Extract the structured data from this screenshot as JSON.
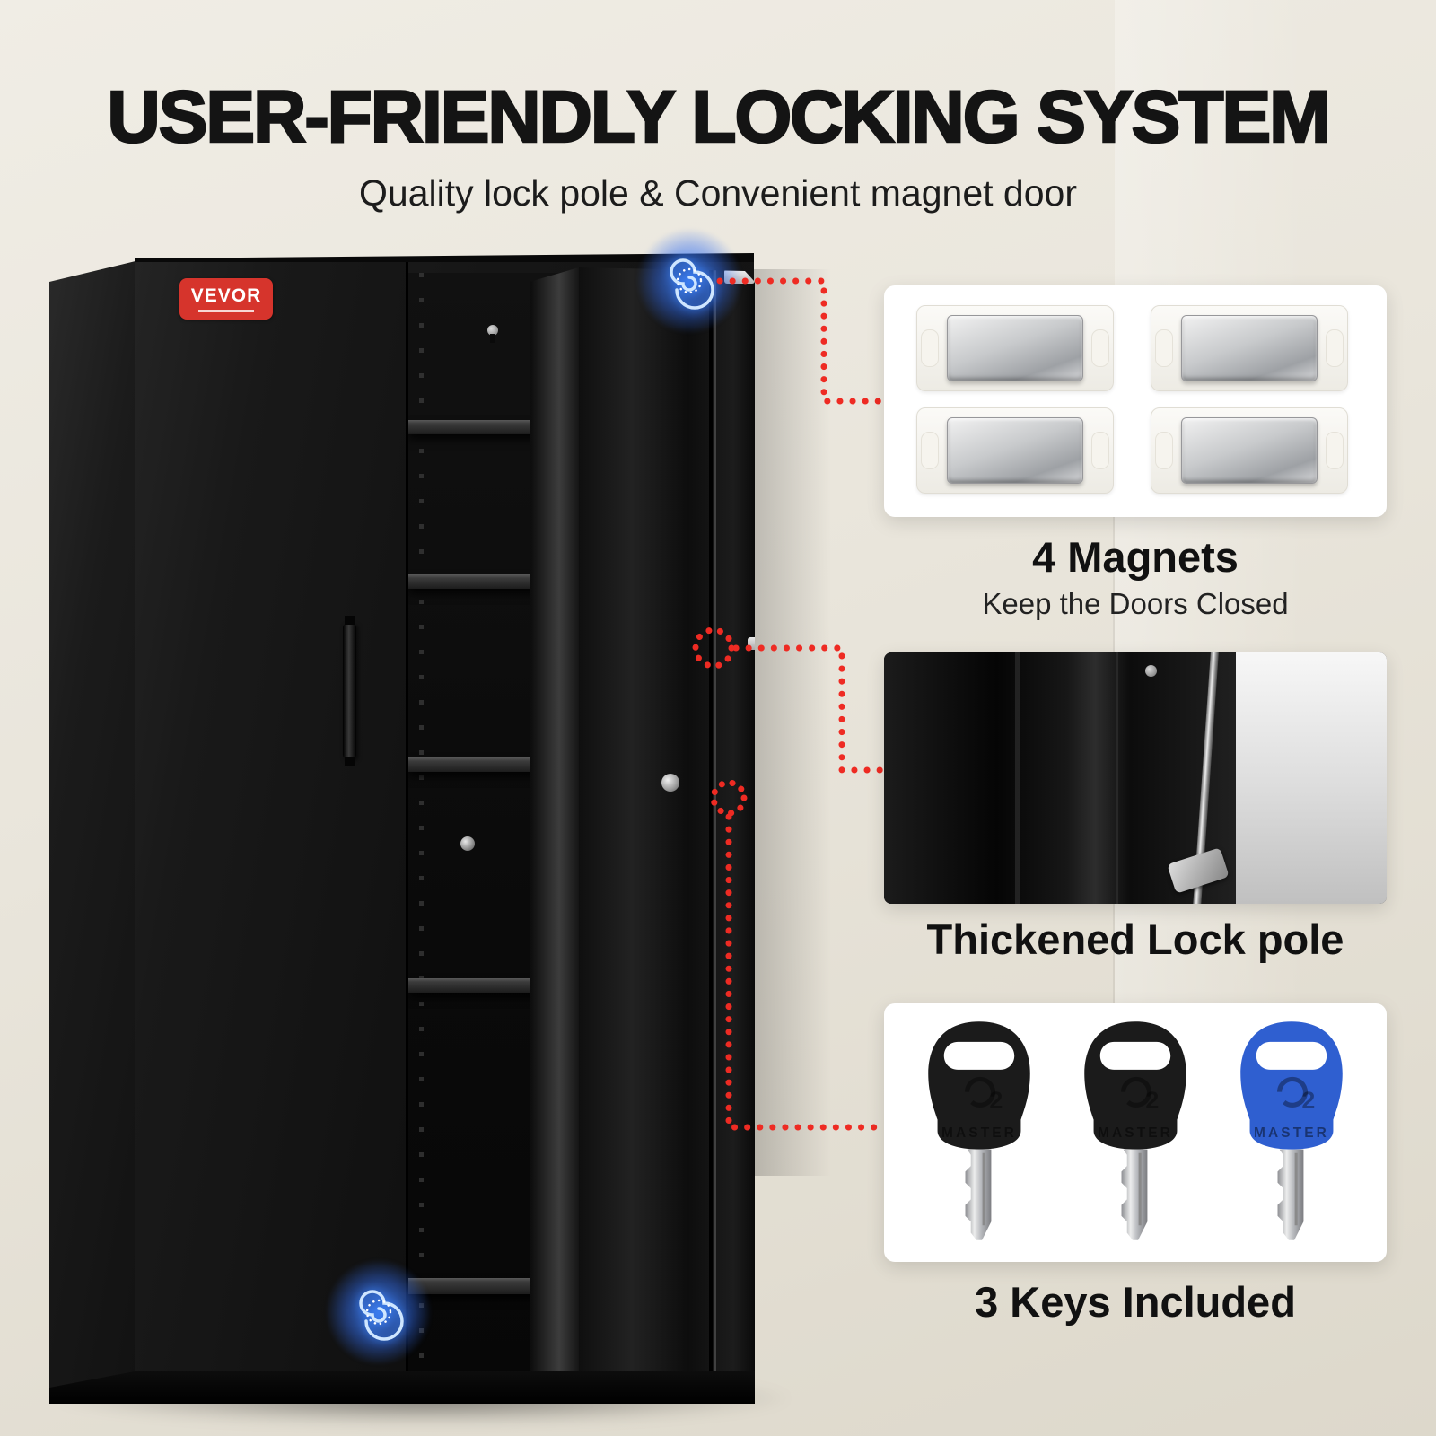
{
  "header": {
    "title": "USER-FRIENDLY LOCKING SYSTEM",
    "subtitle": "Quality lock pole & Convenient magnet door"
  },
  "brand": {
    "logo": "VEVOR"
  },
  "callouts": {
    "magnets": {
      "title": "4 Magnets",
      "subtitle": "Keep the Doors Closed"
    },
    "lock_pole": {
      "title": "Thickened Lock pole"
    },
    "keys": {
      "title": "3 Keys Included",
      "engraving": "MASTER",
      "emblem": "2",
      "colors": [
        "#1b1b1b",
        "#1b1b1b",
        "#2f5fd0"
      ]
    }
  },
  "colors": {
    "leader_red": "#ee2b23",
    "badge_red": "#d6342c",
    "magnet_glow_blue": "#3b82f6",
    "cabinet_black": "#161616",
    "wall_beige": "#e9e5db",
    "floor_wood": "#d2a271"
  }
}
